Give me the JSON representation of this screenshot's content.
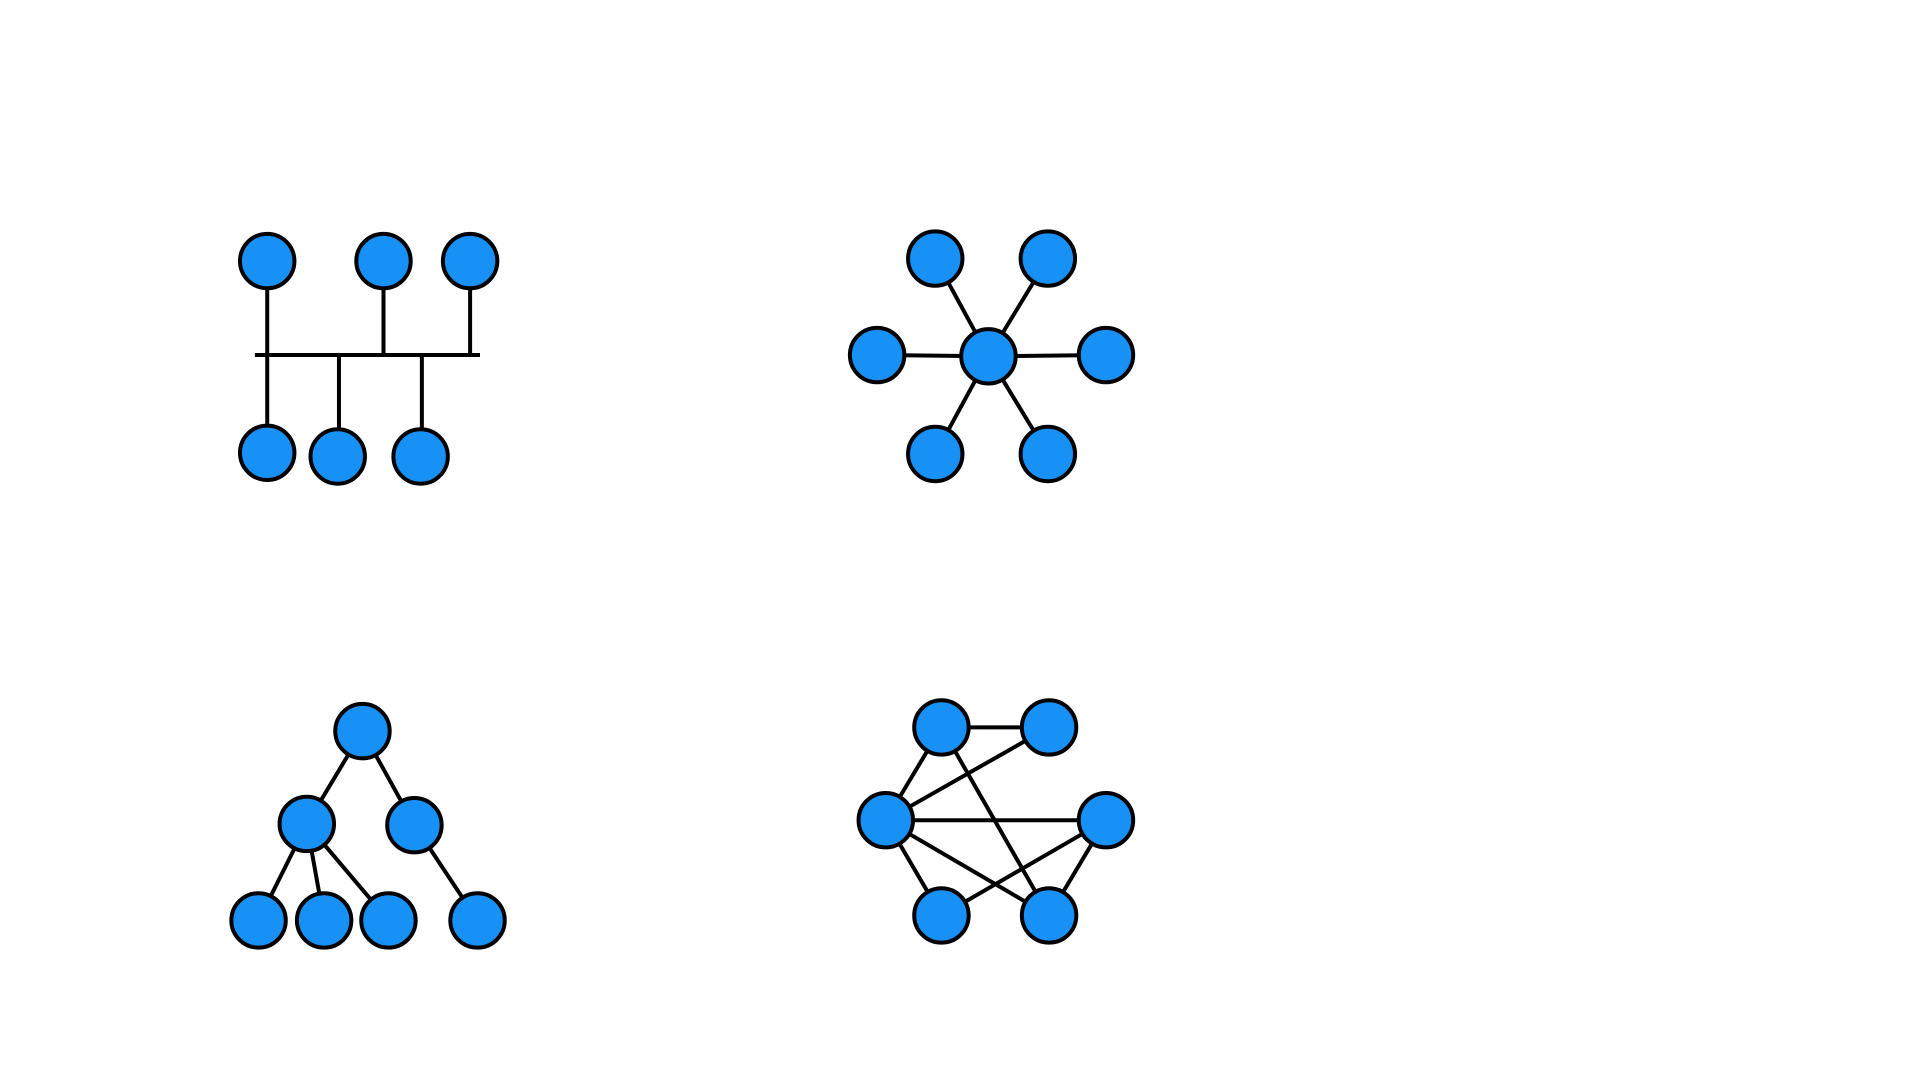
{
  "colors": {
    "background": "#ffffff",
    "node_fill": "#1791f5",
    "node_stroke": "#000000",
    "edge": "#000000"
  },
  "diagrams": [
    {
      "id": "bus-topology"
    },
    {
      "id": "star-topology"
    },
    {
      "id": "tree-topology"
    },
    {
      "id": "mesh-topology"
    }
  ]
}
